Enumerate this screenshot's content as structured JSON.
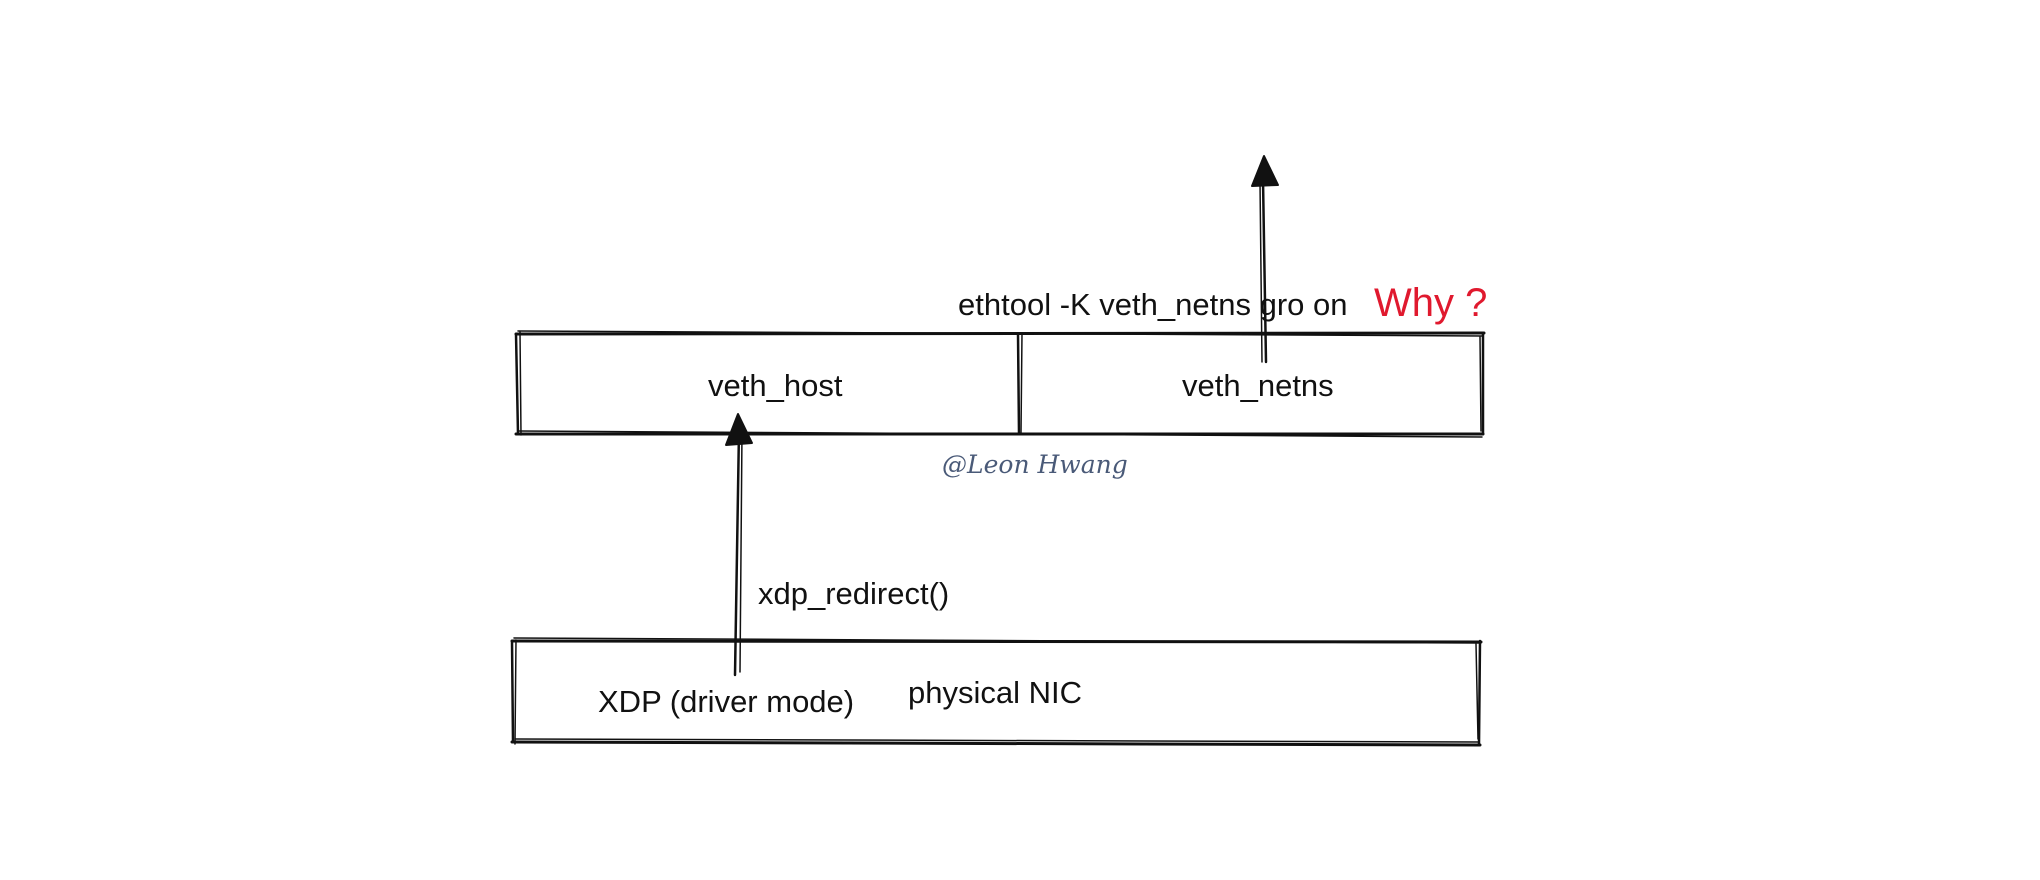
{
  "labels": {
    "ethtool_cmd": "ethtool -K veth_netns gro on",
    "why": "Why ?",
    "veth_host": "veth_host",
    "veth_netns": "veth_netns",
    "watermark": "@Leon Hwang",
    "xdp_redirect": "xdp_redirect()",
    "xdp_driver_mode": "XDP (driver mode)",
    "physical_nic": "physical NIC"
  },
  "colors": {
    "stroke": "#111111",
    "why": "#e0192e",
    "watermark": "#4a5a78"
  }
}
